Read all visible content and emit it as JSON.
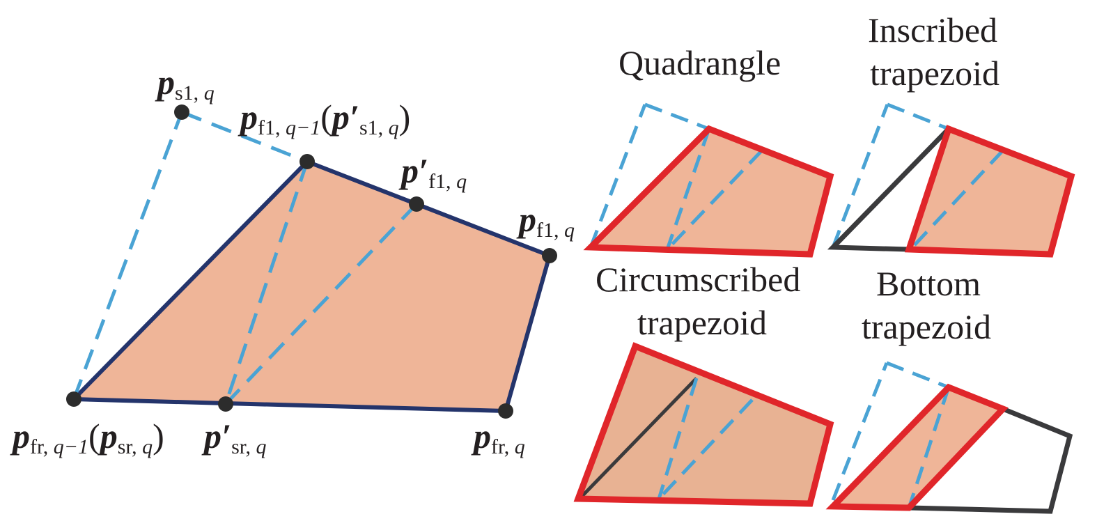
{
  "colors": {
    "fill": "#efb598",
    "fill_dark": "#e8b293",
    "outline": "#24346b",
    "dash": "#4aa3d4",
    "highlight": "#e0262a",
    "dark_edge": "#3a3a3c",
    "point": "#2c2c2c",
    "text": "#231f20"
  },
  "panels": {
    "quadrangle": {
      "title": "Quadrangle"
    },
    "inscribed": {
      "title_line1": "Inscribed",
      "title_line2": "trapezoid"
    },
    "circumscribed": {
      "title_line1": "Circumscribed",
      "title_line2": "trapezoid"
    },
    "bottom": {
      "title_line1": "Bottom",
      "title_line2": "trapezoid"
    }
  },
  "labels": {
    "p_s1_q": {
      "main": "p",
      "sub": "s1,",
      "subi": " q"
    },
    "p_f1_qm1": {
      "main": "p",
      "sub": "f1,",
      "subi": " q−1",
      "open": "(",
      "prime_main": "p′",
      "prime_sub": "s1,",
      "prime_subi": " q",
      "close": ")"
    },
    "p_f1_prime_q": {
      "main": "p′",
      "sub": "f1,",
      "subi": " q"
    },
    "p_f1_q": {
      "main": "p",
      "sub": "f1,",
      "subi": " q"
    },
    "p_fr_qm1": {
      "main": "p",
      "sub": "fr,",
      "subi": " q−1",
      "open": "(",
      "prime_main": "p",
      "prime_sub": "sr,",
      "prime_subi": " q",
      "close": ")"
    },
    "p_sr_prime_q": {
      "main": "p′",
      "sub": "sr,",
      "subi": " q"
    },
    "p_fr_q": {
      "main": "p",
      "sub": "fr,",
      "subi": " q"
    }
  }
}
